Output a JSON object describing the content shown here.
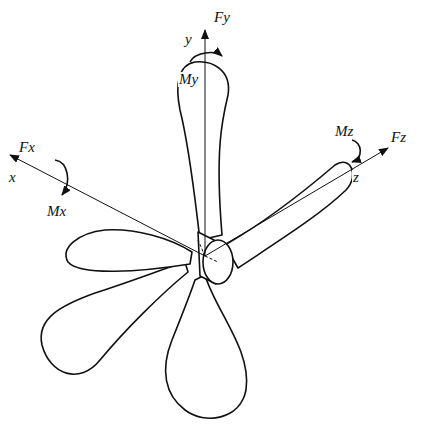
{
  "diagram": {
    "labels": [
      "Fy",
      "y",
      "My",
      "Fx",
      "x",
      "Mx",
      "Mz",
      "Fz",
      "z"
    ]
  }
}
